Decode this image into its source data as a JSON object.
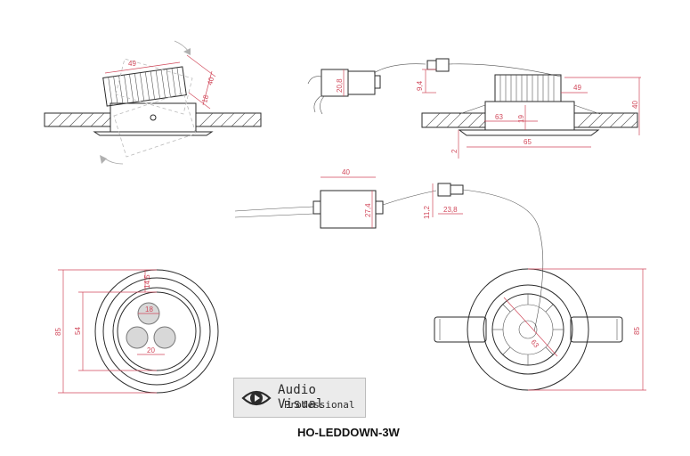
{
  "logo": {
    "line1": "Audio Visual",
    "line2": "Professional"
  },
  "model": "HO-LEDDOWN-3W",
  "dims": {
    "d49a": "49",
    "d40a": "40",
    "d18a": "18",
    "d20_8": "20,8",
    "d9_4": "9,4",
    "d49b": "49",
    "d40b": "40",
    "d63a": "63",
    "d19": "19",
    "d65": "65",
    "d2": "2",
    "d40c": "40",
    "d27_4": "27,4",
    "d11_2": "11,2",
    "d23_8": "23,8",
    "d85a": "85",
    "d54": "54",
    "d14_5": "14,5",
    "d18b": "18",
    "d20": "20",
    "d85b": "85",
    "d63b": "63"
  }
}
